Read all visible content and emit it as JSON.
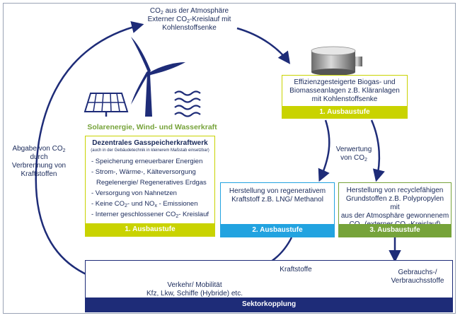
{
  "top_note": {
    "line1_pre": "CO",
    "line1_sub": "2",
    "line1_post": " aus der Atmosphäre",
    "line2_pre": "Externer CO",
    "line2_sub": "2",
    "line2_post": "-Kreislauf mit",
    "line3": "Kohlenstoffsenke"
  },
  "left_note": {
    "line1_pre": "Abgabe von CO",
    "line1_sub": "2",
    "line2": "durch",
    "line3": "Verbrennung von",
    "line4": "Kraftstoffen"
  },
  "renewables_label": "Solarenergie, Wind- und Wasserkraft",
  "gas_plant_box": {
    "title": "Dezentrales Gasspeicherkraftwerk",
    "subtitle": "(auch in der Gebäudetechnik in kleinerem Maßstab einsetzbar)",
    "items": {
      "i1": "- Speicherung erneuerbarer Energien",
      "i2": "- Strom-, Wärme-, Kälteversorgung",
      "i3": "Regelenergie/ Regeneratives Erdgas",
      "i4": "- Versorgung von Nahnetzen",
      "i5_pre": "- Keine CO",
      "i5_sub1": "2",
      "i5_mid": "- und NO",
      "i5_sub2": "x",
      "i5_post": " - Emissionen",
      "i6_pre": "- Interner geschlossener CO",
      "i6_sub": "2",
      "i6_post": "- Kreislauf"
    },
    "stage": "1. Ausbaustufe"
  },
  "biogas_box": {
    "line1": "Effizienzgesteigerte Biogas- und",
    "line2": "Biomasseanlagen z.B. Kläranlagen",
    "line3": "mit Kohlenstoffsenke",
    "stage": "1. Ausbaustufe"
  },
  "verwertung": {
    "line1": "Verwertung",
    "line2_pre": "von CO",
    "line2_sub": "2"
  },
  "fuel_box": {
    "line1": "Herstellung von regenerativem",
    "line2": "Kraftstoff z.B. LNG/ Methanol",
    "stage": "2. Ausbaustufe"
  },
  "polymer_box": {
    "line1": "Herstellung von recyclefähigen",
    "line2": "Grundstoffen z.B. Polypropylen mit",
    "line3": "aus der Atmosphäre gewonnenem",
    "line4_pre": "CO",
    "line4_sub1": "2",
    "line4_mid": " (externer CO",
    "line4_sub2": "2",
    "line4_post": "-Kreislauf)",
    "stage": "3. Ausbaustufe"
  },
  "kraftstoffe_label": "Kraftstoffe",
  "gebrauch_label": {
    "line1": "Gebrauchs-/",
    "line2": "Verbrauchsstoffe"
  },
  "sector_box": {
    "line1": "Verkehr/ Mobilität",
    "line2": "Kfz, Lkw, Schiffe (Hybride) etc.",
    "stage": "Sektorkopplung"
  },
  "colors": {
    "navy": "#1e2c78",
    "yellow": "#c9d300",
    "blue": "#22a3e0",
    "green": "#76a33a",
    "renewables_text": "#76a33a"
  },
  "icons": {
    "wind_turbine": "wind-turbine-icon",
    "solar_panel": "solar-panel-icon",
    "water_waves": "water-waves-icon",
    "biogas_tank": "biogas-tank-icon"
  }
}
